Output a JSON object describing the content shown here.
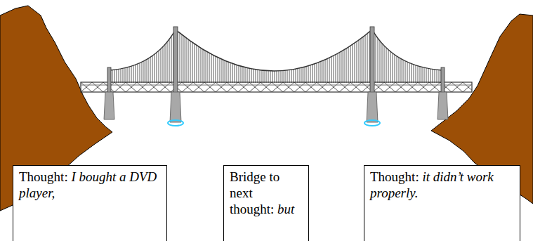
{
  "diagram": {
    "nodes": [
      {
        "text": [
          "Thought:",
          "I bought a DVD player,"
        ]
      },
      {
        "text": [
          "Bridge to next thought:",
          "but"
        ]
      },
      {
        "text": [
          "Thought:",
          "it didn’t work properly."
        ]
      }
    ]
  }
}
